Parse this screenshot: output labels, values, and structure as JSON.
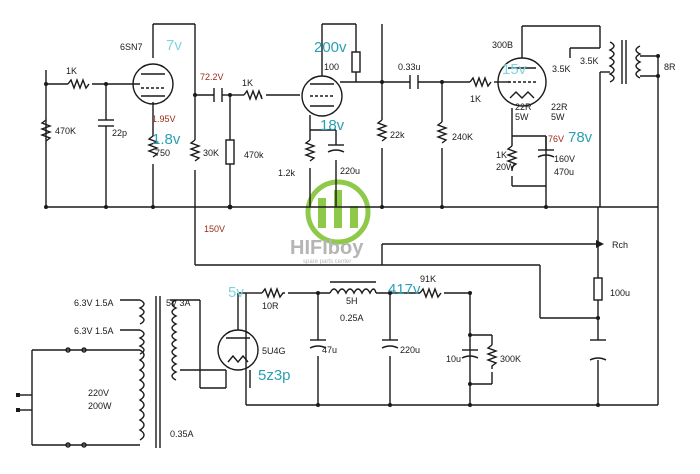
{
  "tubes": {
    "v1": "6SN7",
    "v2_pin": "100",
    "v3": "300B",
    "rect": "5U4G"
  },
  "resistors": {
    "r_in_series": "1K",
    "r_grid_leak": "470K",
    "r_cathode1": "750",
    "r_load1": "30K",
    "r_grid2_series": "1K",
    "r_pot": "470k",
    "r_cathode2": "1.2k",
    "r_load2": "22k",
    "r_grid3_series": "1K",
    "r_grid3_leak": "240K",
    "r_cathode3": "1K",
    "r_cathode3_w": "20W",
    "r_filament_a": "22R",
    "r_filament_a_w": "5W",
    "r_filament_b": "22R",
    "r_filament_b_w": "5W",
    "r_ps1": "10R",
    "r_ps2": "91K",
    "r_bleed": "300K",
    "r_out_a": "3.5K",
    "r_out_b": "3.5K"
  },
  "capacitors": {
    "c_in": "22p",
    "c_couple1": "0.33u",
    "c_cathode2": "220u",
    "c_cathode3": "160V",
    "c_cathode3_val": "470u",
    "c_ps1": "47u",
    "c_ps2": "220u",
    "c_ps3": "10u",
    "c_ps4": "100u"
  },
  "inductor": {
    "value": "5H",
    "current": "0.25A"
  },
  "transformer": {
    "sec1": "6.3V 1.5A",
    "sec2": "6.3V 1.5A",
    "sec3": "5V 3A",
    "primary": "220V",
    "power": "200W",
    "current": "0.35A"
  },
  "output": {
    "load": "8R",
    "right_channel": "Rch"
  },
  "voltages_red": {
    "v_plate1": "72.2V",
    "v_cathode1": "1.95V",
    "v_cathode3": "76V",
    "v_supply": "150V"
  },
  "voltages_cyan": {
    "v1_plate": "7v",
    "v1_cathode": "1.8v",
    "v2_plate": "200v",
    "v2_cathode": "18v",
    "v3_grid": "15v",
    "v3_cathode": "78v",
    "v_rect": "5v",
    "v_supply_hv": "417v",
    "rect_note": "5z3p"
  },
  "watermark": {
    "brand": "HIFIboy",
    "tagline": "spare parts center"
  }
}
